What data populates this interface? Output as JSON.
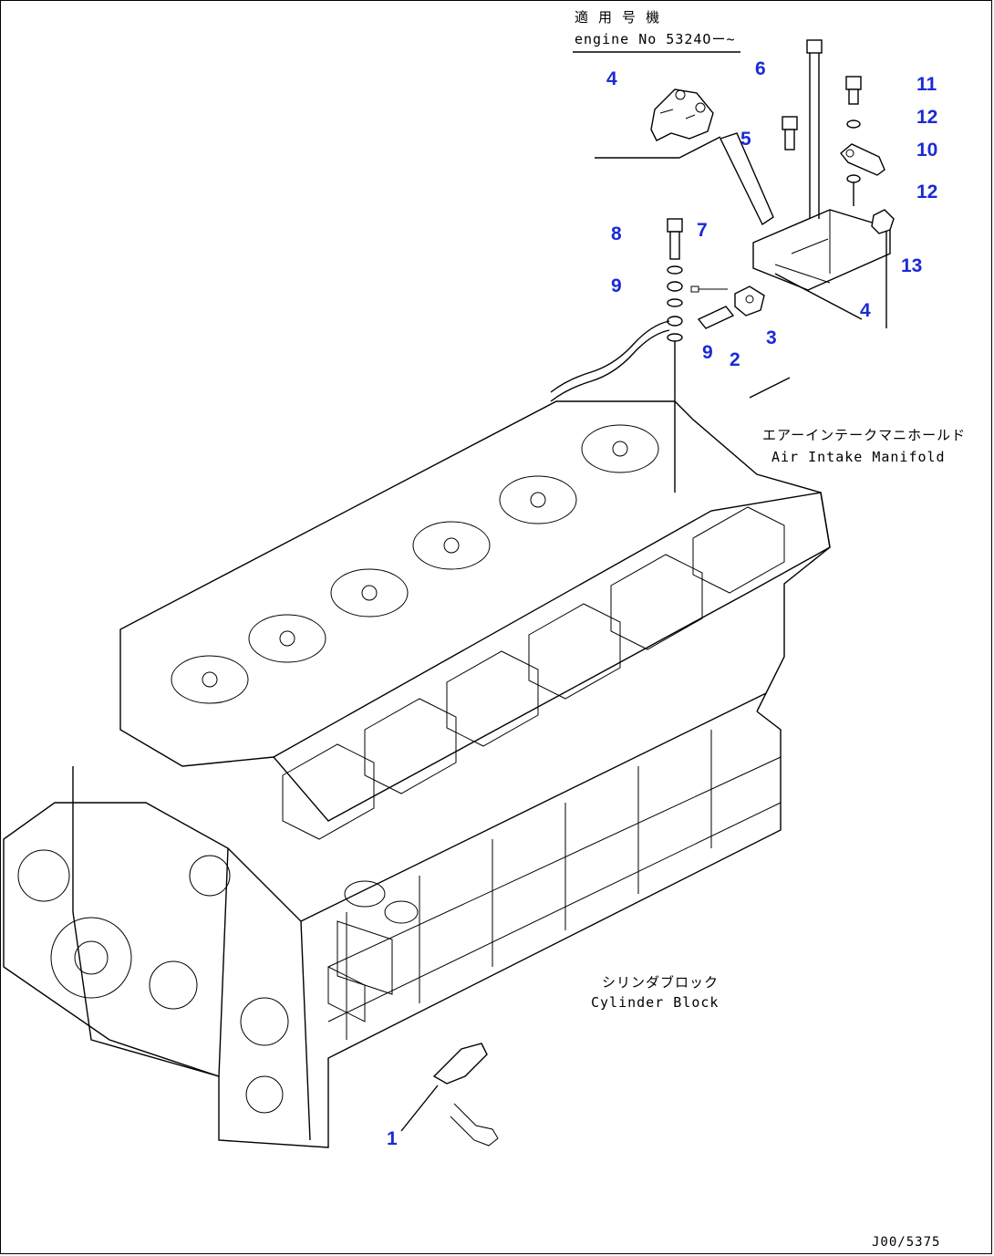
{
  "note": {
    "line1": "適 用 号 機",
    "line2": "engine No 5324Oー~"
  },
  "callouts": [
    "1",
    "2",
    "3",
    "4",
    "4",
    "5",
    "6",
    "7",
    "8",
    "9",
    "9",
    "10",
    "11",
    "12",
    "12",
    "13"
  ],
  "labels": {
    "air_intake_jp": "エアーインテークマニホールド",
    "air_intake_en": "Air Intake Manifold",
    "cylinder_block_jp": "シリンダブロック",
    "cylinder_block_en": "Cylinder Block"
  },
  "doc_number": "J00/5375",
  "colors": {
    "callout": "#1a2ad6",
    "line": "#000000"
  }
}
